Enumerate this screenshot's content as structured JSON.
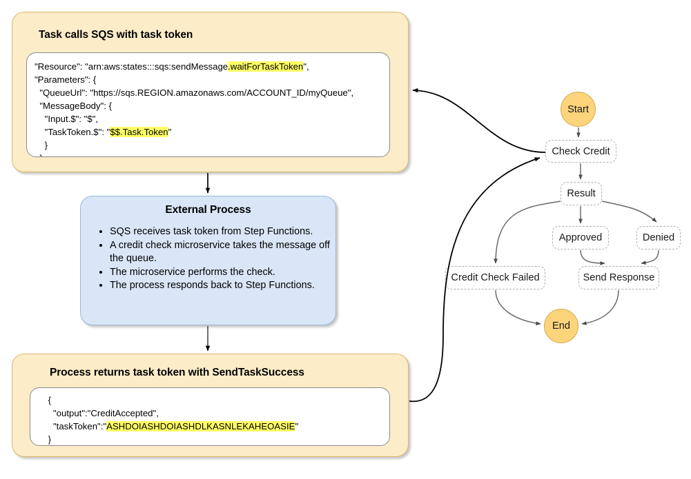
{
  "panels": {
    "task_call": {
      "title": "Task calls SQS with task token",
      "code_lines": [
        {
          "text": "\"Resource\": \"arn:aws:states:::sqs:sendMessage",
          "highlight": ".waitForTaskToken",
          "tail": "\","
        },
        {
          "text": "\"Parameters\": {",
          "highlight": "",
          "tail": ""
        },
        {
          "text": "  \"QueueUrl\": \"https://sqs.REGION.amazonaws.com/ACCOUNT_ID/myQueue\",",
          "highlight": "",
          "tail": ""
        },
        {
          "text": "  \"MessageBody\": {",
          "highlight": "",
          "tail": ""
        },
        {
          "text": "    \"Input.$\": \"$\",",
          "highlight": "",
          "tail": ""
        },
        {
          "text": "    \"TaskToken.$\": \"",
          "highlight": "$$.Task.Token",
          "tail": "\""
        },
        {
          "text": "    }",
          "highlight": "",
          "tail": ""
        },
        {
          "text": "  },",
          "highlight": "",
          "tail": ""
        }
      ]
    },
    "external_process": {
      "title": "External Process",
      "bullets": [
        "SQS receives task token from Step Functions.",
        "A credit check microservice takes the message off the queue.",
        "The microservice performs the check.",
        "The process responds back to Step Functions."
      ]
    },
    "process_returns": {
      "title": "Process returns task token with SendTaskSuccess",
      "code_lines": [
        {
          "text": "    {",
          "highlight": "",
          "tail": ""
        },
        {
          "text": "      \"output\":\"CreditAccepted\",",
          "highlight": "",
          "tail": ""
        },
        {
          "text": "      \"taskToken\":\"",
          "highlight": "ASHDOIASHDOIASHDLKASNLEKAHEOASIE",
          "tail": "\""
        },
        {
          "text": "    }",
          "highlight": "",
          "tail": ""
        }
      ]
    }
  },
  "state_machine": {
    "nodes": [
      {
        "id": "start",
        "label": "Start",
        "type": "terminal"
      },
      {
        "id": "check",
        "label": "Check Credit",
        "type": "task"
      },
      {
        "id": "result",
        "label": "Result",
        "type": "task"
      },
      {
        "id": "approved",
        "label": "Approved",
        "type": "task"
      },
      {
        "id": "denied",
        "label": "Denied",
        "type": "task"
      },
      {
        "id": "failed",
        "label": "Credit Check Failed",
        "type": "task"
      },
      {
        "id": "send",
        "label": "Send Response",
        "type": "task"
      },
      {
        "id": "end",
        "label": "End",
        "type": "terminal"
      }
    ],
    "edges": [
      {
        "from": "start",
        "to": "check"
      },
      {
        "from": "check",
        "to": "result"
      },
      {
        "from": "result",
        "to": "approved"
      },
      {
        "from": "result",
        "to": "denied"
      },
      {
        "from": "result",
        "to": "failed"
      },
      {
        "from": "approved",
        "to": "send"
      },
      {
        "from": "denied",
        "to": "send"
      },
      {
        "from": "failed",
        "to": "end"
      },
      {
        "from": "send",
        "to": "end"
      },
      {
        "from": "check",
        "to": "task_call_panel"
      },
      {
        "from": "process_returns_panel",
        "to": "check"
      }
    ]
  },
  "colors": {
    "panel_orange_fill": "#fdecc8",
    "panel_orange_border": "#d9b86c",
    "panel_blue_fill": "#d9e6f7",
    "panel_blue_border": "#9ab6d9",
    "terminal_fill": "#fbd47c",
    "highlight": "#ffff66",
    "edge_stroke": "#333333",
    "node_border": "#b0b0b0"
  }
}
